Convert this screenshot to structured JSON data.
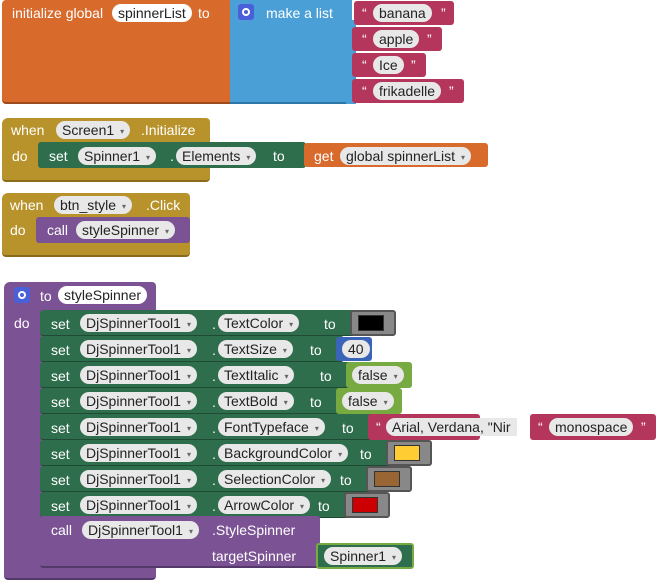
{
  "colors": {
    "variable_orange": "#d86a2c",
    "list_blue": "#4a9fd6",
    "text_magenta": "#b5365d",
    "event_gold": "#b8922b",
    "component_green": "#2f6e4c",
    "procedure_purple": "#7b5394",
    "logic_green": "#77ab41",
    "math_blue": "#3a64b8",
    "swatch_black": "#000000",
    "swatch_yellow": "#ffcc33",
    "swatch_brown": "#996633",
    "swatch_red": "#cc0000"
  },
  "global_block": {
    "initialize_label": "initialize global",
    "var_name": "spinnerList",
    "to_label": "to",
    "make_list_label": "make a list",
    "items": [
      "banana",
      "apple",
      "Ice",
      "frikadelle"
    ]
  },
  "init_event": {
    "when_label": "when",
    "component": "Screen1",
    "event": ".Initialize",
    "do_label": "do",
    "set_label": "set",
    "target": "Spinner1",
    "property": "Elements",
    "to_label": "to",
    "get_label": "get",
    "get_var": "global spinnerList"
  },
  "click_event": {
    "when_label": "when",
    "component": "btn_style",
    "event": ".Click",
    "do_label": "do",
    "call_label": "call",
    "procedure": "styleSpinner"
  },
  "procedure": {
    "to_label": "to",
    "name": "styleSpinner",
    "do_label": "do",
    "set_label": "set",
    "to_word": "to",
    "component": "DjSpinnerTool1",
    "rows": [
      {
        "property": "TextColor",
        "value_type": "color",
        "value": "black"
      },
      {
        "property": "TextSize",
        "value_type": "number",
        "value": "40"
      },
      {
        "property": "TextItalic",
        "value_type": "bool",
        "value": "false"
      },
      {
        "property": "TextBold",
        "value_type": "bool",
        "value": "false"
      },
      {
        "property": "FontTypeface",
        "value_type": "text",
        "value": "Arial, Verdana, \"Nir",
        "overflow_text": "monospace"
      },
      {
        "property": "BackgroundColor",
        "value_type": "color",
        "value": "yellow"
      },
      {
        "property": "SelectionColor",
        "value_type": "color",
        "value": "brown"
      },
      {
        "property": "ArrowColor",
        "value_type": "color",
        "value": "red"
      }
    ],
    "call_label": "call",
    "call_component": "DjSpinnerTool1",
    "call_method": ".StyleSpinner",
    "arg_label": "targetSpinner",
    "arg_value": "Spinner1"
  },
  "dropdown_arrow": "▾",
  "open_quote": "“",
  "close_quote": "”"
}
